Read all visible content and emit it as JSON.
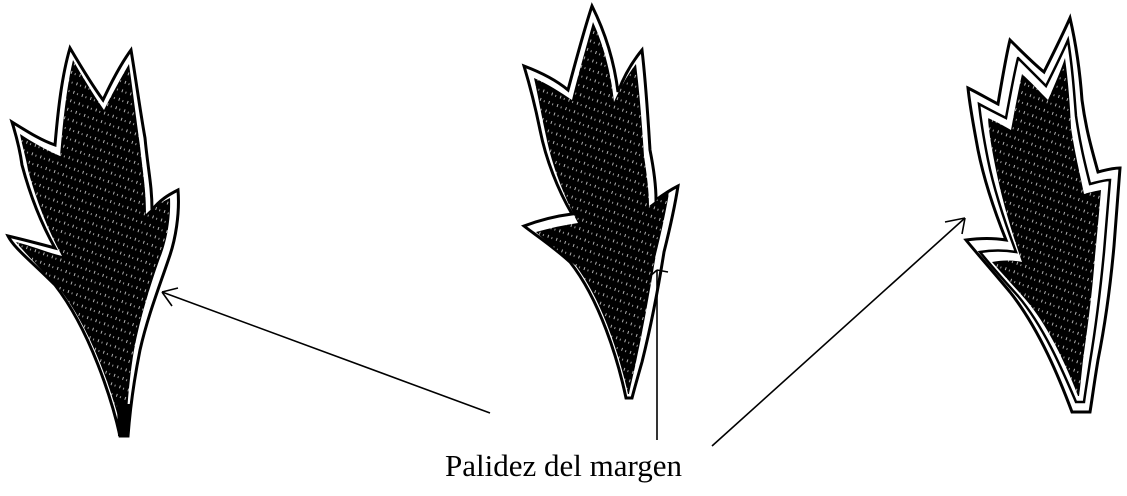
{
  "figure": {
    "caption": "Palidez del margen",
    "ink_color": "#000000",
    "paper_color": "#ffffff",
    "illustrations": [
      {
        "id": "leaf-left",
        "depicts": "leaf-icon"
      },
      {
        "id": "leaf-center",
        "depicts": "leaf-icon"
      },
      {
        "id": "leaf-right",
        "depicts": "leaf-icon"
      }
    ],
    "pointer_count": 3
  }
}
